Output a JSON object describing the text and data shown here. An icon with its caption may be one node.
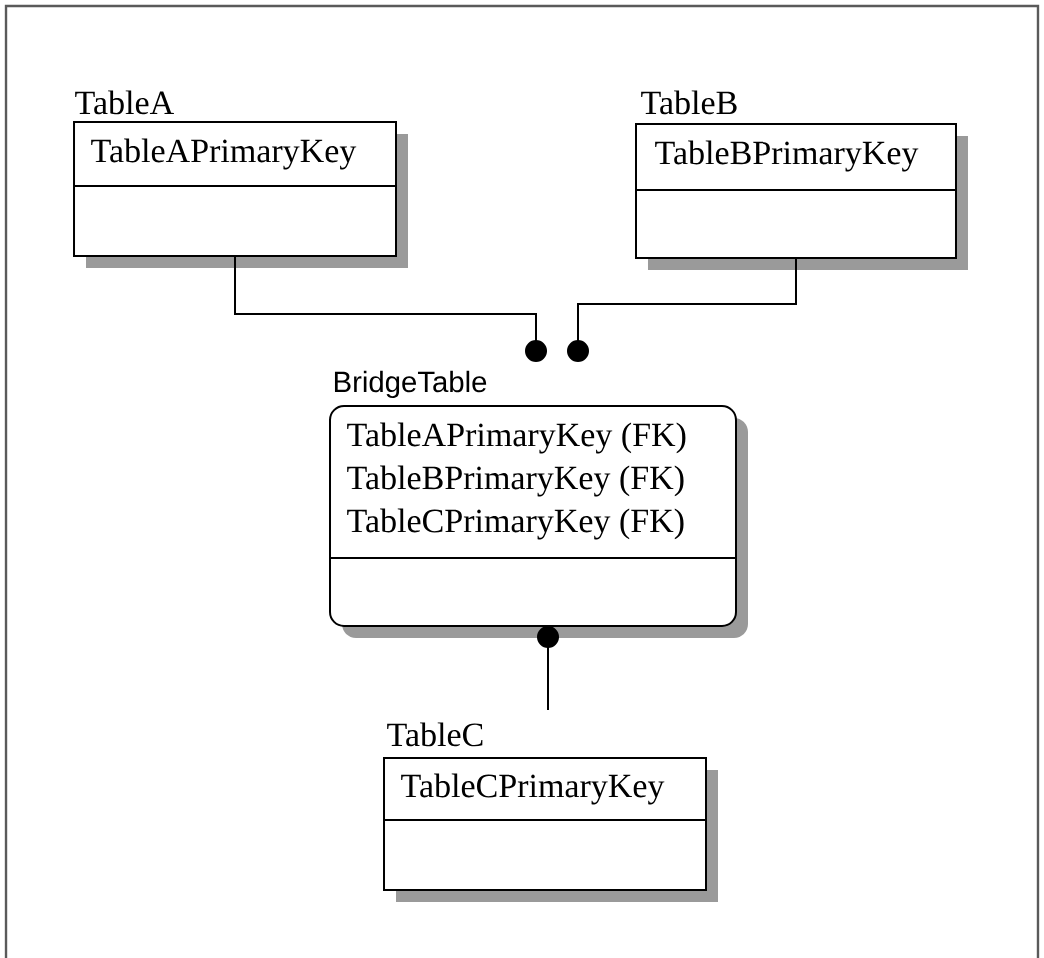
{
  "diagram": {
    "nodes": [
      {
        "text": [
          "TableA",
          "TableAPrimaryKey"
        ]
      },
      {
        "text": [
          "TableB",
          "TableBPrimaryKey"
        ]
      },
      {
        "text": [
          "BridgeTable",
          "TableAPrimaryKey (FK)",
          "TableBPrimaryKey (FK)",
          "TableCPrimaryKey (FK)"
        ]
      },
      {
        "text": [
          "TableC",
          "TableCPrimaryKey"
        ]
      }
    ],
    "edges": [
      {
        "from": 0,
        "to": 2,
        "arrow": "other"
      },
      {
        "from": 1,
        "to": 2,
        "arrow": "other"
      },
      {
        "from": 3,
        "to": 2,
        "arrow": "other"
      }
    ]
  }
}
